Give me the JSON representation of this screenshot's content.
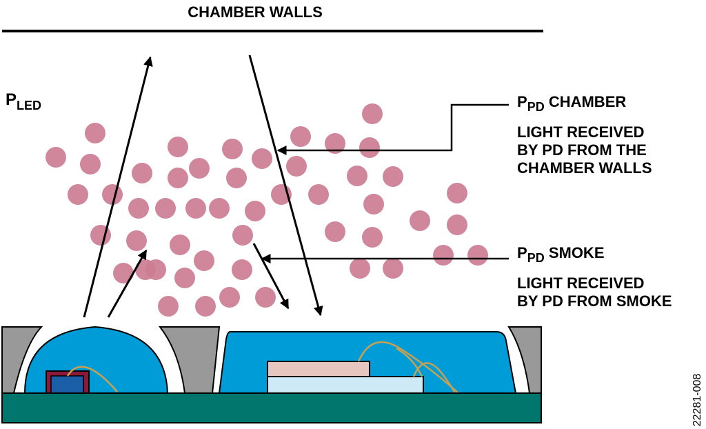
{
  "title": "CHAMBER WALLS",
  "p_led": {
    "main": "P",
    "sub": "LED"
  },
  "pd_chamber": {
    "main": "P",
    "sub": "PD",
    "name": " CHAMBER",
    "lines": [
      "LIGHT RECEIVED",
      "BY PD FROM THE",
      "CHAMBER WALLS"
    ]
  },
  "pd_smoke": {
    "main": "P",
    "sub": "PD",
    "name": " SMOKE",
    "lines": [
      "LIGHT RECEIVED",
      "BY PD FROM SMOKE"
    ]
  },
  "figure_id": "22281-008",
  "colors": {
    "smoke": "#cc7d92",
    "encapsulant": "#009cd8",
    "pcb": "#00766c",
    "walls": "#999999",
    "led_frame": "#8b1a3a",
    "led_die": "#1a5ea8",
    "pd_top": "#e8c6c0",
    "pd_bottom": "#cdeaf6",
    "bondwire": "#c8a050"
  }
}
